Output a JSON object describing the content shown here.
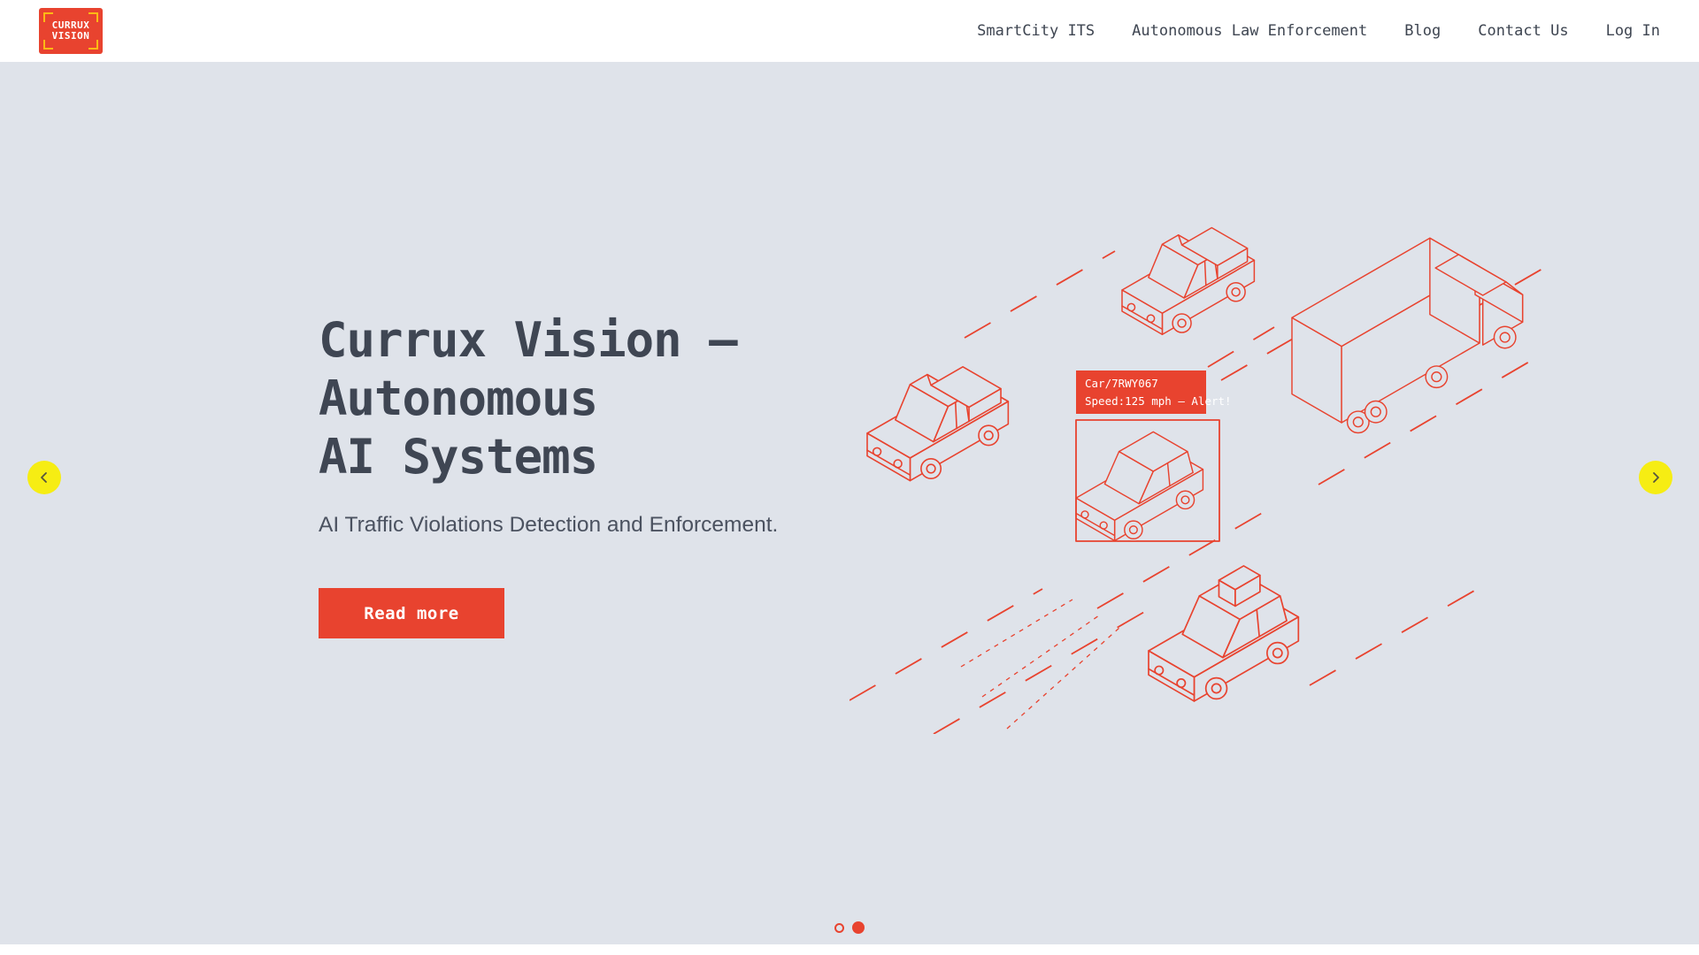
{
  "brand": {
    "logo_line1": "CURRUX",
    "logo_line2": "VISION"
  },
  "nav": {
    "items": [
      {
        "label": "SmartCity ITS"
      },
      {
        "label": "Autonomous Law Enforcement"
      },
      {
        "label": "Blog"
      },
      {
        "label": "Contact Us"
      },
      {
        "label": "Log In"
      }
    ]
  },
  "hero": {
    "title_line1": "Currux Vision —",
    "title_line2": "Autonomous",
    "title_line3": "AI Systems",
    "subtitle": "AI Traffic Violations Detection and Enforcement.",
    "cta_label": "Read more"
  },
  "illustration": {
    "description": "isometric-red-line-art-traffic-scene",
    "detection_label_line1": "Car/7RWY067",
    "detection_label_line2": "Speed:125 mph — Alert!"
  },
  "carousel": {
    "prev_icon": "chevron-left",
    "next_icon": "chevron-right",
    "slide_count": 2,
    "active_slide_index": 1
  },
  "colors": {
    "accent_red": "#e8432f",
    "hero_background": "#dfe3ea",
    "navbar_background": "#ffffff",
    "heading_text": "#3f4653",
    "arrow_yellow": "#f6ed13",
    "logo_bracket_yellow": "#fcb915"
  }
}
